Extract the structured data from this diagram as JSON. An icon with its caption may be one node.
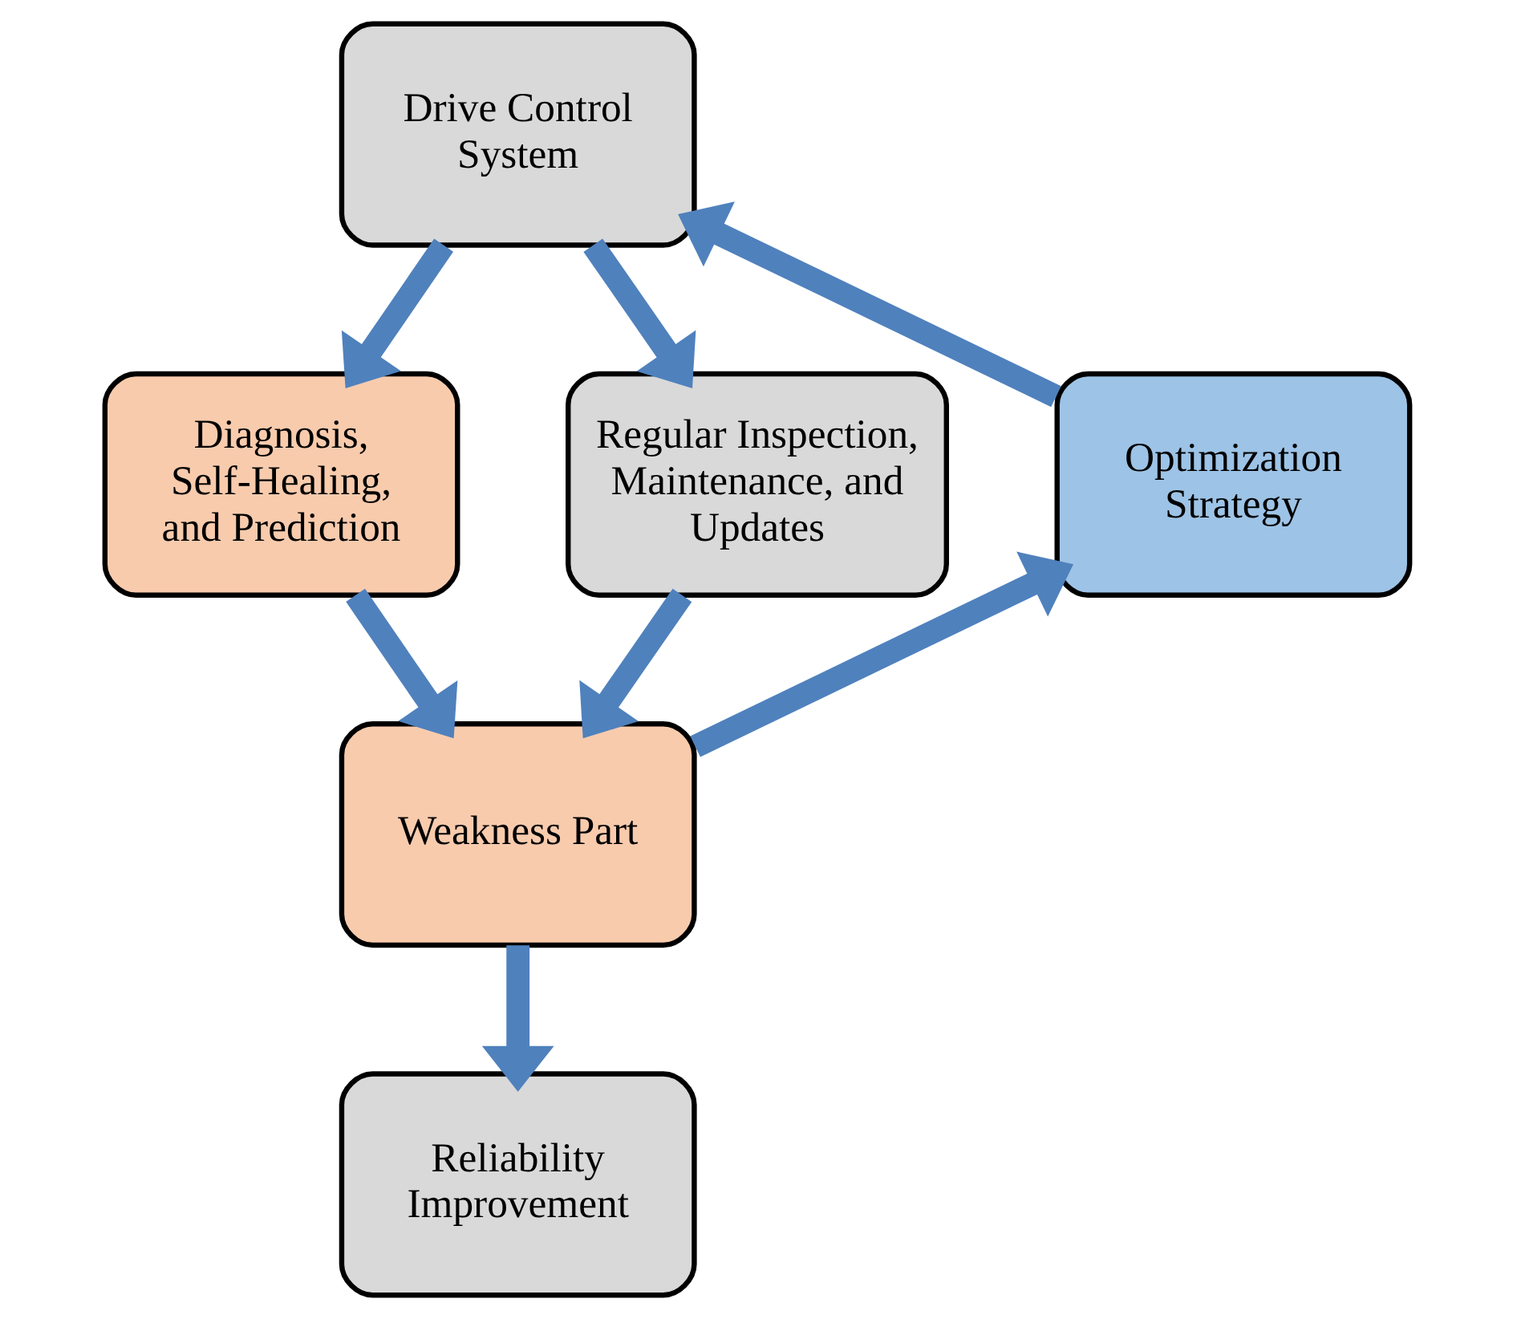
{
  "diagram": {
    "nodes": [
      {
        "text": [
          "Drive Control System"
        ]
      },
      {
        "text": [
          "Optimization Strategy"
        ]
      },
      {
        "text": [
          "Diagnosis, Self-Healing, and Prediction"
        ]
      },
      {
        "text": [
          "Regular Inspection, Maintenance, and Updates"
        ]
      },
      {
        "text": [
          "Weakness Part"
        ]
      },
      {
        "text": [
          "Reliability Improvement"
        ]
      }
    ],
    "edges": [
      {
        "from": 1,
        "to": 0,
        "arrow": "to"
      },
      {
        "from": 0,
        "to": 2,
        "arrow": "to"
      },
      {
        "from": 0,
        "to": 3,
        "arrow": "to"
      },
      {
        "from": 2,
        "to": 4,
        "arrow": "to"
      },
      {
        "from": 3,
        "to": 4,
        "arrow": "to"
      },
      {
        "from": 4,
        "to": 1,
        "arrow": "to"
      },
      {
        "from": 4,
        "to": 5,
        "arrow": "to"
      }
    ]
  }
}
